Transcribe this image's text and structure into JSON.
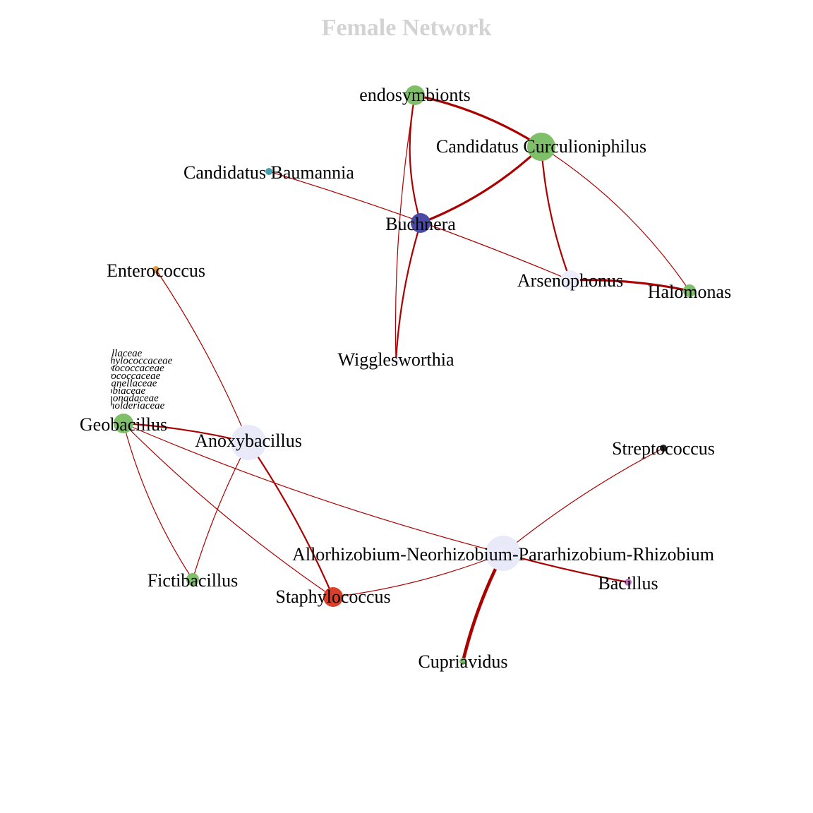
{
  "title": "Female Network",
  "edge_color": "#aa0000",
  "legend": [
    "llaceae",
    "hylococcaceae",
    "ptococcaceae",
    "rococcaceae",
    "ganellaceae",
    "obiaceae",
    "monadaceae",
    "holderiaceae"
  ],
  "nodes": [
    {
      "id": "endosymbionts",
      "label": "endosymbionts",
      "color": "#7fbf6a",
      "size": "medium"
    },
    {
      "id": "curculioniphilus",
      "label": "Candidatus Curculioniphilus",
      "color": "#7fbf6a",
      "size": "large"
    },
    {
      "id": "baumannia",
      "label": "Candidatus Baumannia",
      "color": "#4a9cb0",
      "size": "tiny"
    },
    {
      "id": "buchnera",
      "label": "Buchnera",
      "color": "#4b4ba6",
      "size": "medium"
    },
    {
      "id": "arsenophonus",
      "label": "Arsenophonus",
      "color": "#ecedfb",
      "size": "medium"
    },
    {
      "id": "halomonas",
      "label": "Halomonas",
      "color": "#7fbf6a",
      "size": "small"
    },
    {
      "id": "enterococcus",
      "label": "Enterococcus",
      "color": "#e8a23c",
      "size": "tiny"
    },
    {
      "id": "wigglesworthia",
      "label": "Wigglesworthia",
      "color": "#ecedfb",
      "size": "tiny"
    },
    {
      "id": "geobacillus",
      "label": "Geobacillus",
      "color": "#7fbf6a",
      "size": "medium"
    },
    {
      "id": "anoxybacillus",
      "label": "Anoxybacillus",
      "color": "#e8eafa",
      "size": "xlarge"
    },
    {
      "id": "streptococcus",
      "label": "Streptococcus",
      "color": "#222222",
      "size": "tiny"
    },
    {
      "id": "rhizobium",
      "label": "Allorhizobium-Neorhizobium-Pararhizobium-Rhizobium",
      "color": "#e8eafa",
      "size": "xlarge"
    },
    {
      "id": "bacillus",
      "label": "Bacillus",
      "color": "#c070c0",
      "size": "tiny"
    },
    {
      "id": "fictibacillus",
      "label": "Fictibacillus",
      "color": "#7fbf6a",
      "size": "small"
    },
    {
      "id": "staphylococcus",
      "label": "Staphylococcus",
      "color": "#d9402a",
      "size": "medium"
    },
    {
      "id": "cupriavidus",
      "label": "Cupriavidus",
      "color": "#7fbf6a",
      "size": "tiny"
    }
  ],
  "edges": [
    {
      "source": "endosymbionts",
      "target": "curculioniphilus",
      "weight": "strong"
    },
    {
      "source": "endosymbionts",
      "target": "buchnera",
      "weight": "medium"
    },
    {
      "source": "endosymbionts",
      "target": "wigglesworthia",
      "weight": "thin"
    },
    {
      "source": "curculioniphilus",
      "target": "buchnera",
      "weight": "strong"
    },
    {
      "source": "curculioniphilus",
      "target": "arsenophonus",
      "weight": "medium"
    },
    {
      "source": "curculioniphilus",
      "target": "halomonas",
      "weight": "thin"
    },
    {
      "source": "baumannia",
      "target": "arsenophonus",
      "weight": "thin"
    },
    {
      "source": "buchnera",
      "target": "wigglesworthia",
      "weight": "medium"
    },
    {
      "source": "arsenophonus",
      "target": "halomonas",
      "weight": "strong"
    },
    {
      "source": "enterococcus",
      "target": "anoxybacillus",
      "weight": "thin"
    },
    {
      "source": "geobacillus",
      "target": "anoxybacillus",
      "weight": "medium"
    },
    {
      "source": "geobacillus",
      "target": "fictibacillus",
      "weight": "thin"
    },
    {
      "source": "geobacillus",
      "target": "staphylococcus",
      "weight": "thin"
    },
    {
      "source": "geobacillus",
      "target": "rhizobium",
      "weight": "thin"
    },
    {
      "source": "anoxybacillus",
      "target": "fictibacillus",
      "weight": "thin"
    },
    {
      "source": "anoxybacillus",
      "target": "staphylococcus",
      "weight": "medium"
    },
    {
      "source": "staphylococcus",
      "target": "rhizobium",
      "weight": "thin"
    },
    {
      "source": "rhizobium",
      "target": "streptococcus",
      "weight": "thin"
    },
    {
      "source": "rhizobium",
      "target": "bacillus",
      "weight": "medium"
    },
    {
      "source": "rhizobium",
      "target": "cupriavidus",
      "weight": "xstrong"
    }
  ]
}
